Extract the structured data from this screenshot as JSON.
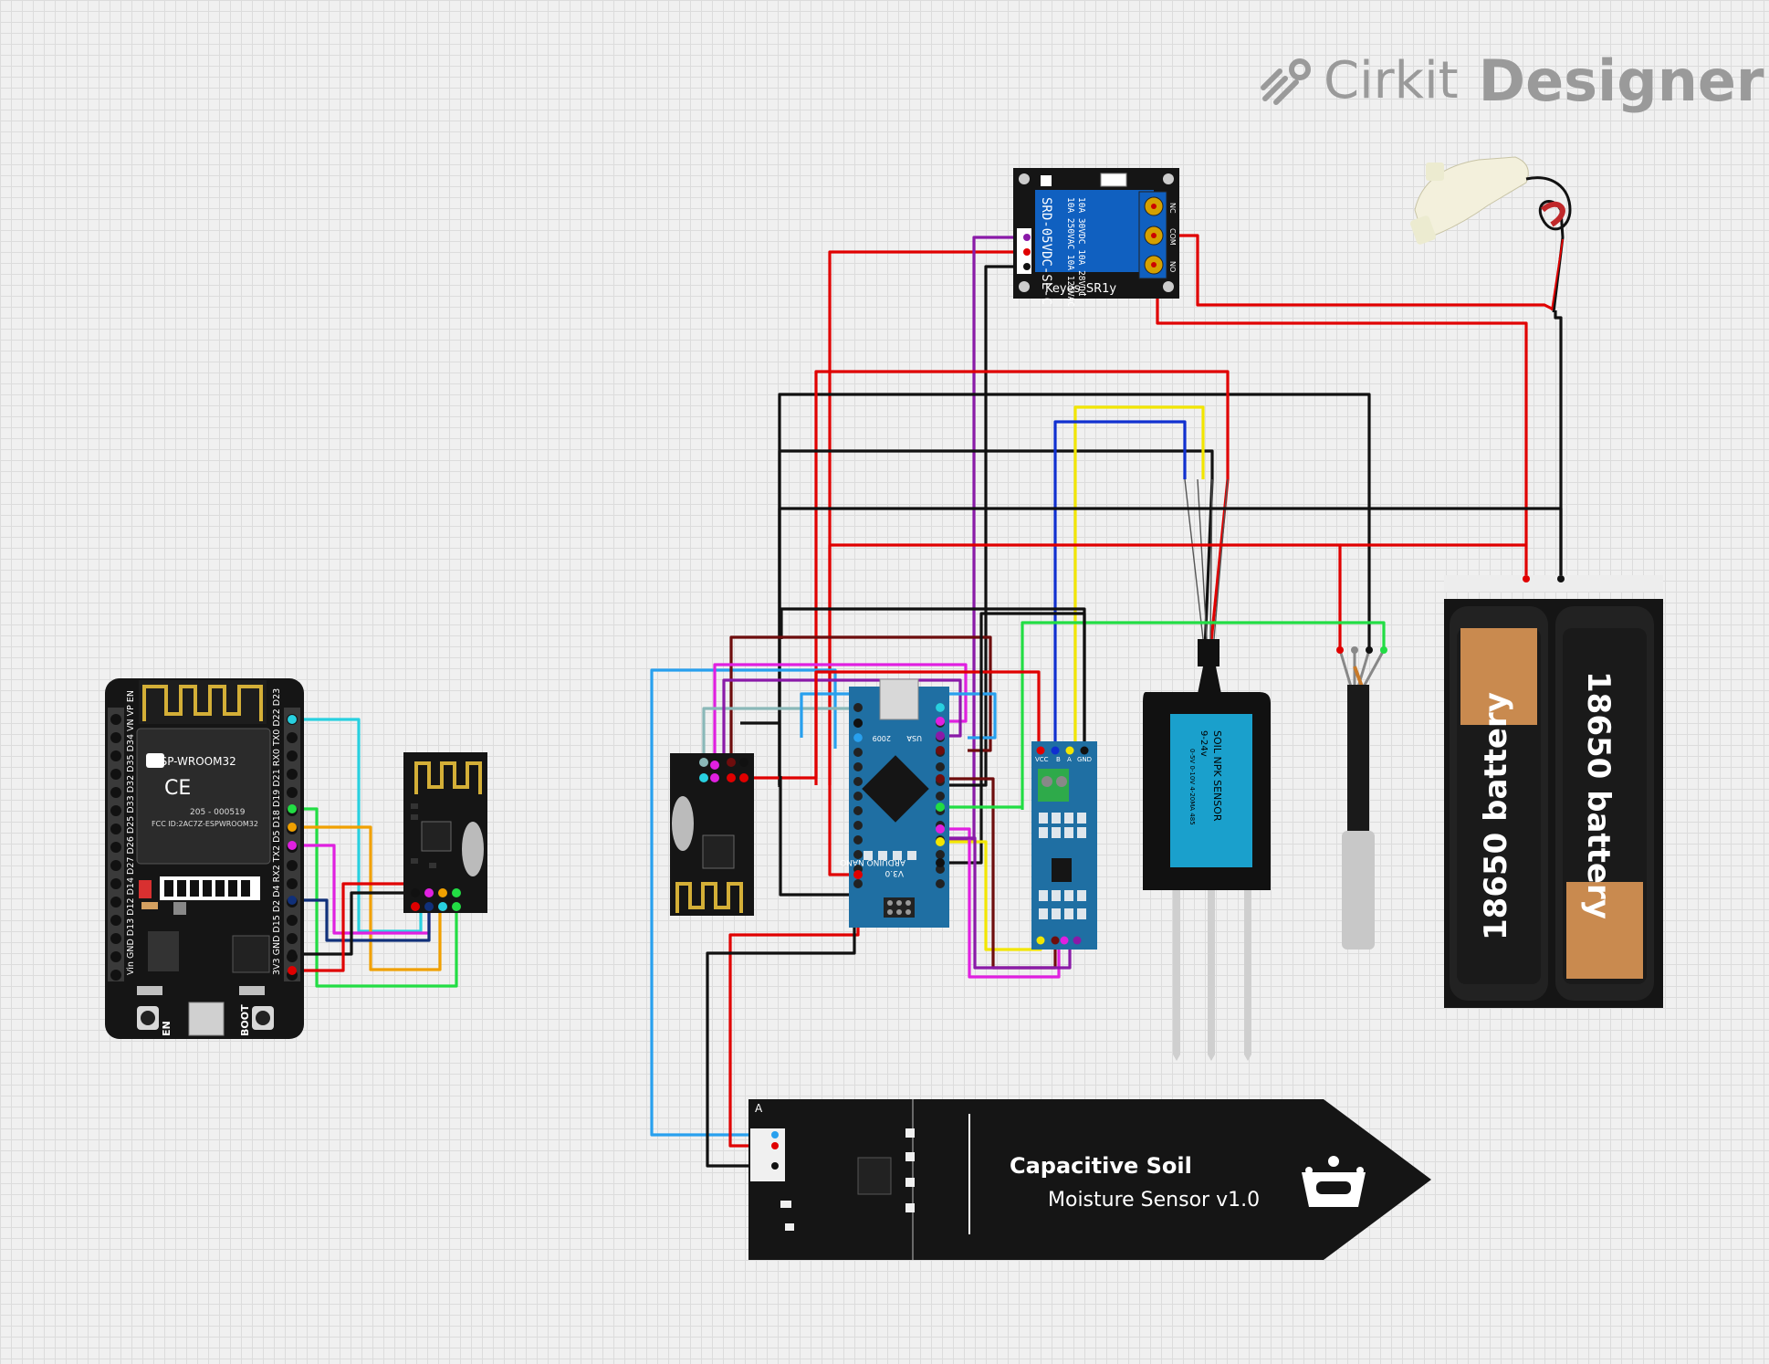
{
  "brand": {
    "name_a": "Cirkit",
    "name_b": "Designer"
  },
  "components": {
    "esp32": {
      "module": "ESP-WROOM32",
      "fcc": "FCC ID:2AC7Z-ESPWROOM32",
      "cert": "205 - 000519",
      "btn_en": "EN",
      "btn_boot": "BOOT",
      "pins_left": "Vin GND D13 D12 D14 D27 D26 D25 D33 D32 D35 D34 VN VP EN",
      "pins_right": "3V3 GND D15 D2 D4 RX2 TX2 D5 D18 D19 D21 RX0 TX0 D22 D23"
    },
    "relay": {
      "label": "Keyes_SR1y",
      "spec1": "SRD-05VDC-SL-C",
      "spec2": "10A 250VAC 10A 125VAC",
      "spec3": "10A 30VDC 10A 28VDC",
      "pin_nc": "NC",
      "pin_com": "COM",
      "pin_no": "NO"
    },
    "nano": {
      "name": "ARDUINO NANO",
      "ver": "V3.0",
      "made": "USA",
      "year": "2009"
    },
    "npk": {
      "title": "SOIL NPK SENSOR",
      "voltage": "9-24v",
      "outputs": "0-5V  0-10V  4-20MA  485"
    },
    "rs485": {
      "p1": "VCC",
      "p2": "B",
      "p3": "A",
      "p4": "GND"
    },
    "battery": {
      "cell1": "18650 battery",
      "cell2": "18650 battery"
    },
    "moisture": {
      "line1": "Capacitive Soil",
      "line2": "Moisture Sensor v1.0",
      "pin_a": "A"
    }
  },
  "colors": {
    "red": "#e00000",
    "black": "#111111",
    "yellow": "#f2e600",
    "blue": "#1030d0",
    "cyan": "#28d0e0",
    "green": "#22dd44",
    "magenta": "#e020e0",
    "purple": "#8a1aa8",
    "orange": "#f0a000",
    "navy": "#10307a",
    "maroon": "#6e0d0d",
    "lightblue": "#28a0ee",
    "grey": "#8ab8b8",
    "board_blue": "#1f6fa3",
    "pcb_black": "#151515"
  }
}
